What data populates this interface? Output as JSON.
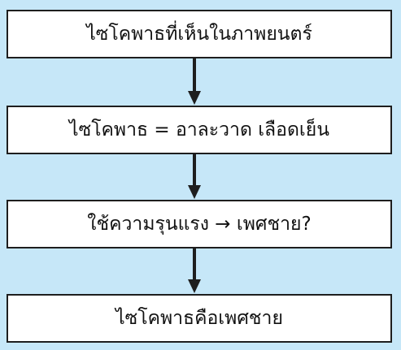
{
  "flow": {
    "steps": [
      {
        "label": "ไซโคพาธที่เห็นในภาพยนตร์"
      },
      {
        "label": "ไซโคพาธ = อาละวาด เลือดเย็น"
      },
      {
        "label": "ใช้ความรุนแรง → เพศชาย?"
      },
      {
        "label": "ไซโคพาธคือเพศชาย"
      }
    ]
  },
  "colors": {
    "background": "#c6e7f8",
    "box_fill": "#ffffff",
    "border": "#1e1e1e",
    "arrow": "#1e1e1e"
  },
  "icons": {
    "connector": "arrow-down-icon"
  }
}
